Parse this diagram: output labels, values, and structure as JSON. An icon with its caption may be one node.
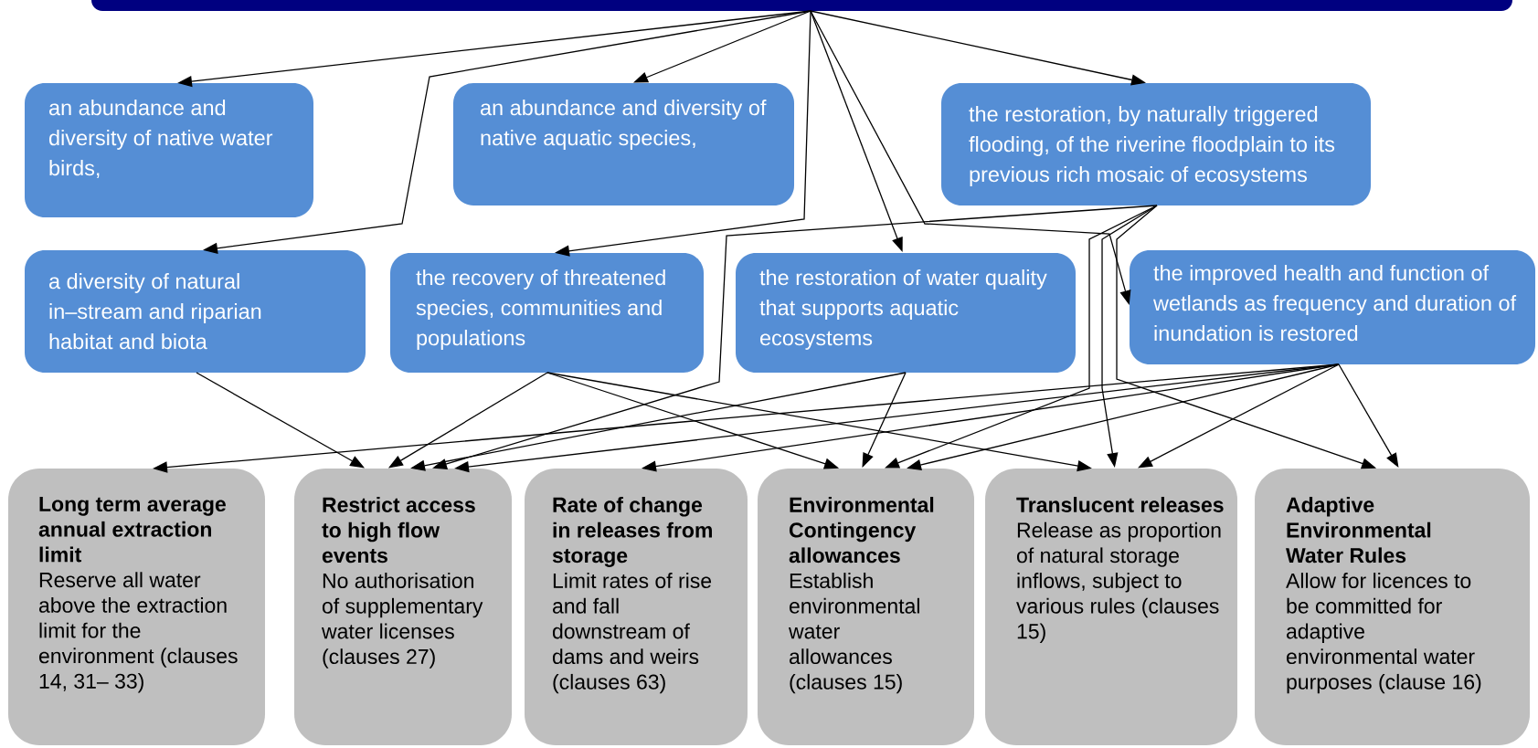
{
  "diagram": {
    "nodes": [
      {
        "text": [],
        "shape": "bar"
      },
      {
        "text": [
          "an abundance and diversity of native water birds,"
        ]
      },
      {
        "text": [
          "an abundance and diversity of native aquatic species,"
        ]
      },
      {
        "text": [
          "the restoration, by naturally triggered flooding, of the riverine floodplain to its previous rich mosaic of ecosystems"
        ]
      },
      {
        "text": [
          "a diversity of natural in–stream and riparian habitat and biota"
        ]
      },
      {
        "text": [
          "the recovery of threatened species, communities and populations"
        ]
      },
      {
        "text": [
          "the restoration of water quality that supports aquatic ecosystems"
        ]
      },
      {
        "text": [
          "the improved health and function of wetlands as frequency and duration of inundation is restored"
        ]
      },
      {
        "text": [
          "Long term average annual extraction limit",
          "Reserve all water above the extraction limit for the environment (clauses 14, 31– 33)"
        ]
      },
      {
        "text": [
          "Restrict access to high flow events",
          "No authorisation of supplementary water licenses (clauses 27)"
        ]
      },
      {
        "text": [
          "Rate of change in releases from storage",
          "Limit rates of rise and fall downstream of dams and weirs (clauses 63)"
        ]
      },
      {
        "text": [
          "Environmental Contingency allowances",
          "Establish environmental water allowances (clauses 15)"
        ]
      },
      {
        "text": [
          "Translucent releases",
          "Release as proportion of natural storage inflows, subject to various rules (clauses 15)"
        ]
      },
      {
        "text": [
          "Adaptive Environmental Water Rules",
          "Allow for licences to be committed for adaptive environmental water purposes (clause 16)"
        ]
      }
    ],
    "edges": [
      {
        "from": 0,
        "to": 1,
        "arrow": "to"
      },
      {
        "from": 0,
        "to": 2,
        "arrow": "to"
      },
      {
        "from": 0,
        "to": 4,
        "arrow": "to"
      },
      {
        "from": 0,
        "to": 5,
        "arrow": "to"
      },
      {
        "from": 0,
        "to": 6,
        "arrow": "to"
      },
      {
        "from": 0,
        "to": 3,
        "arrow": "to"
      },
      {
        "from": 0,
        "to": 7,
        "arrow": "to"
      },
      {
        "from": 3,
        "to": 9,
        "arrow": "to"
      },
      {
        "from": 3,
        "to": 11,
        "arrow": "to"
      },
      {
        "from": 3,
        "to": 12,
        "arrow": "to"
      },
      {
        "from": 3,
        "to": 13,
        "arrow": "to"
      },
      {
        "from": 4,
        "to": 9,
        "arrow": "to"
      },
      {
        "from": 5,
        "to": 9,
        "arrow": "to"
      },
      {
        "from": 5,
        "to": 11,
        "arrow": "to"
      },
      {
        "from": 5,
        "to": 12,
        "arrow": "to"
      },
      {
        "from": 6,
        "to": 9,
        "arrow": "to"
      },
      {
        "from": 6,
        "to": 11,
        "arrow": "to"
      },
      {
        "from": 7,
        "to": 8,
        "arrow": "to"
      },
      {
        "from": 7,
        "to": 9,
        "arrow": "to"
      },
      {
        "from": 7,
        "to": 10,
        "arrow": "to"
      },
      {
        "from": 7,
        "to": 11,
        "arrow": "to"
      },
      {
        "from": 7,
        "to": 12,
        "arrow": "to"
      },
      {
        "from": 7,
        "to": 13,
        "arrow": "to"
      }
    ]
  }
}
